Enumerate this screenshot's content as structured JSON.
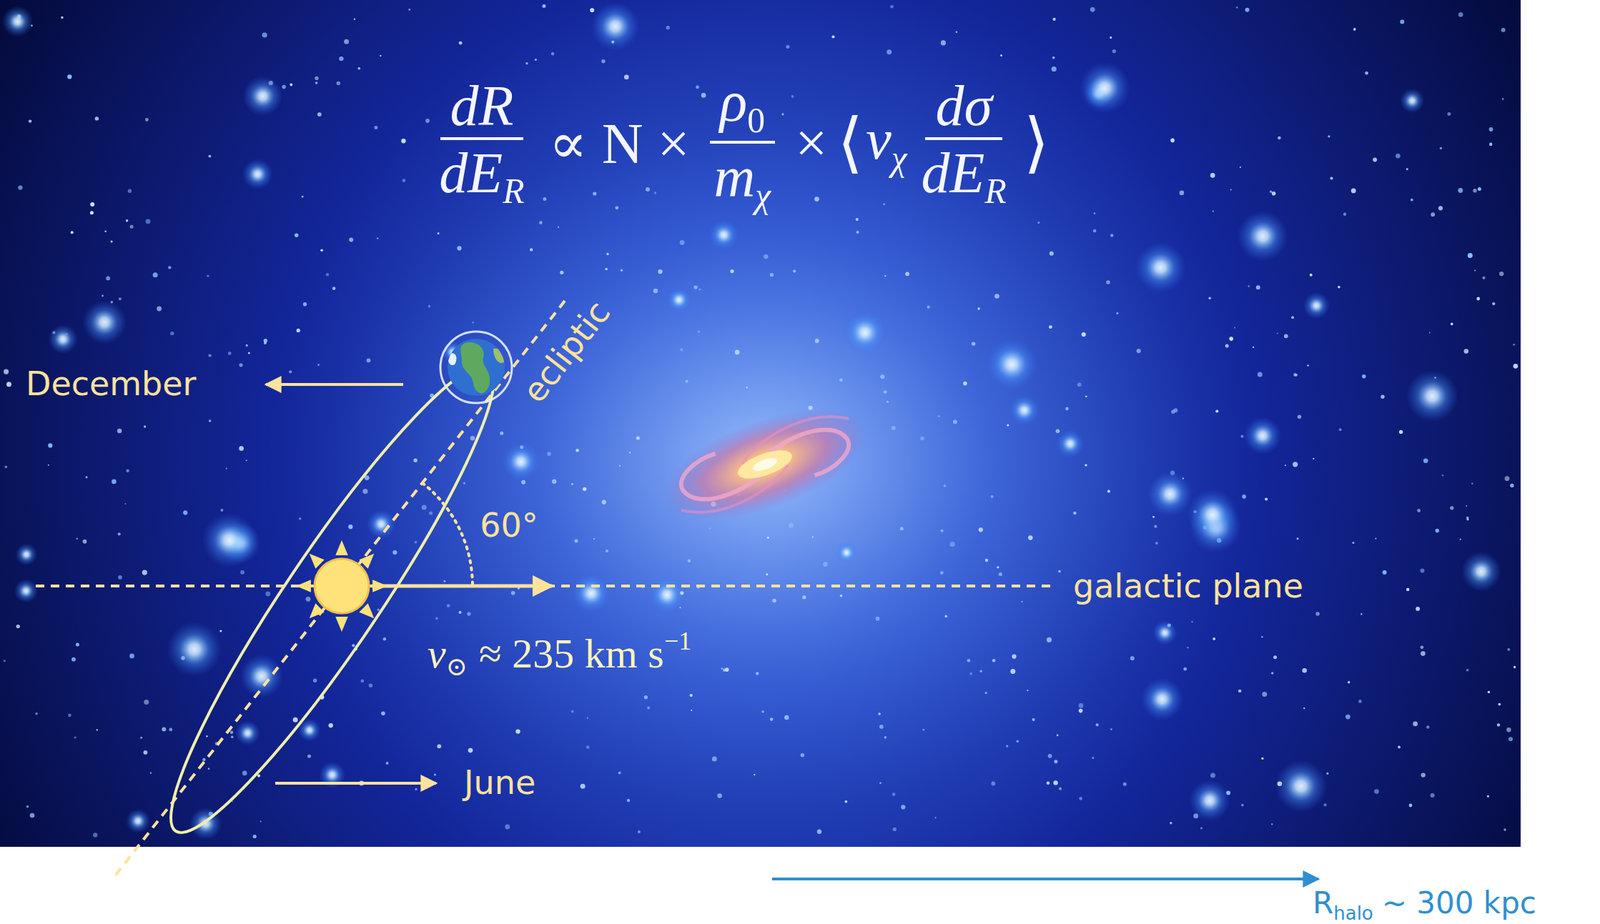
{
  "diagram": {
    "labels": [
      "dR",
      "dE",
      "R",
      "∝ N ×",
      "ρ",
      "0",
      "m",
      "χ",
      "×",
      "⟨",
      "v",
      "χ",
      "dσ",
      "dE",
      "R",
      "⟩",
      "ecliptic",
      "December",
      "60°",
      "galactic plane",
      "v",
      "⊙",
      "≈ 235 km s",
      "−1",
      "June",
      "R",
      "halo",
      "~ 300 kpc"
    ]
  }
}
